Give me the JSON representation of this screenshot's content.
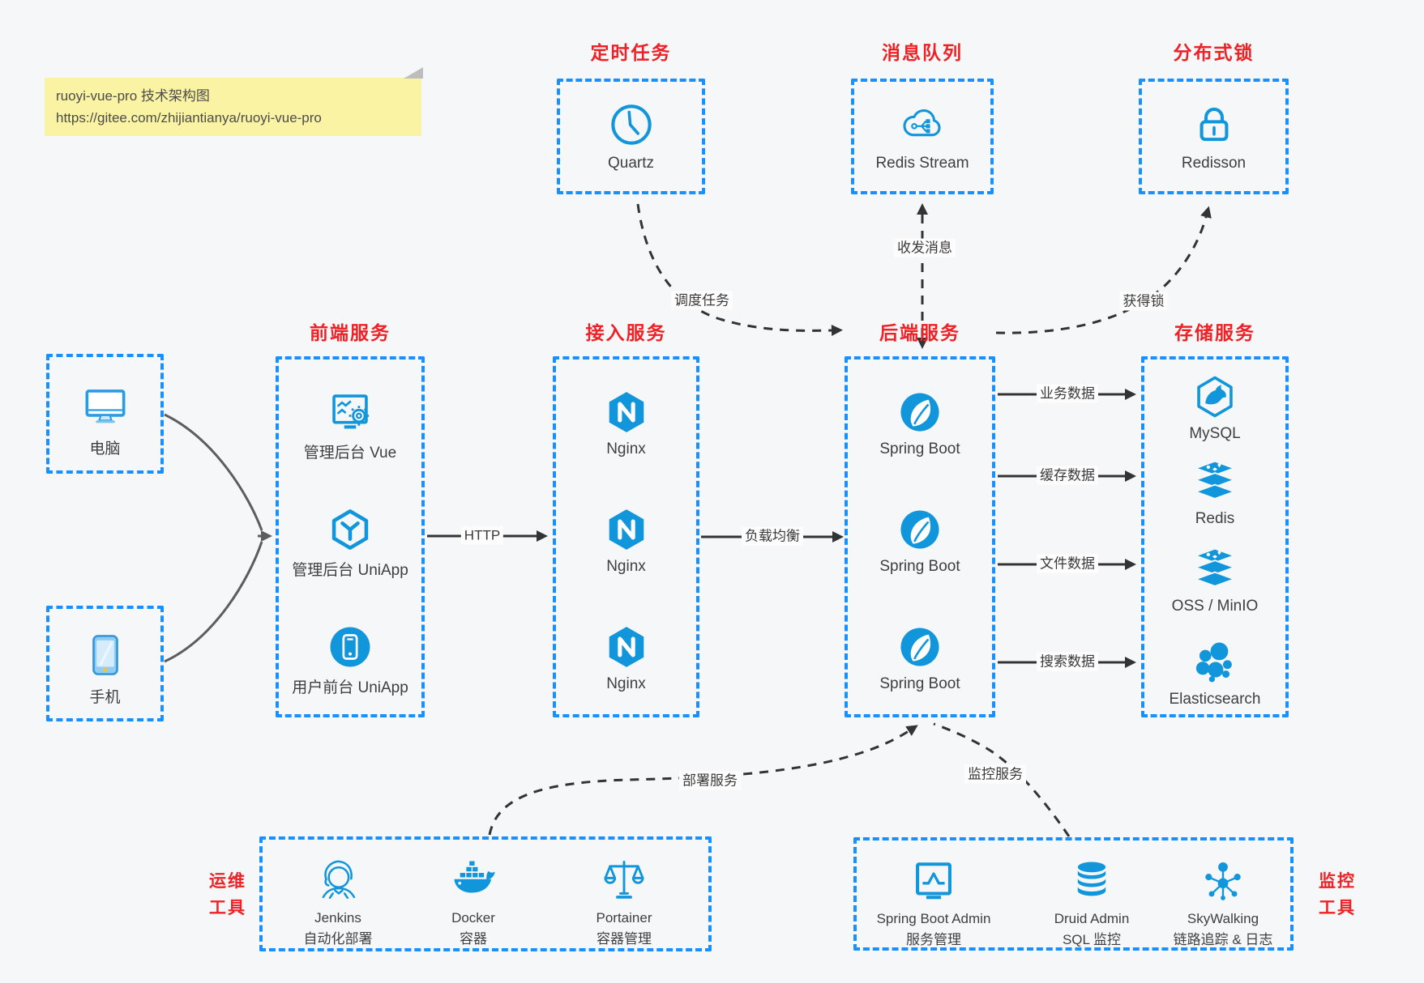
{
  "page": {
    "background": "#f6f7f8"
  },
  "colors": {
    "box_border": "#1890ff",
    "icon_blue": "#1296db",
    "title_red": "#ee2226",
    "text": "#3f3f3f",
    "note_bg": "#faf3a3"
  },
  "note": {
    "line1": "ruoyi-vue-pro 技术架构图",
    "line2": "https://gitee.com/zhijiantianya/ruoyi-vue-pro"
  },
  "top_groups": [
    {
      "title": "定时任务",
      "item": {
        "icon": "clock-icon",
        "label": "Quartz"
      }
    },
    {
      "title": "消息队列",
      "item": {
        "icon": "cloud-stream-icon",
        "label": "Redis Stream"
      }
    },
    {
      "title": "分布式锁",
      "item": {
        "icon": "lock-icon",
        "label": "Redisson"
      }
    }
  ],
  "clients": [
    {
      "icon": "desktop-icon",
      "label": "电脑"
    },
    {
      "icon": "smartphone-icon",
      "label": "手机"
    }
  ],
  "columns": [
    {
      "title": "前端服务",
      "items": [
        {
          "icon": "admin-vue-icon",
          "label": "管理后台 Vue"
        },
        {
          "icon": "uniapp-cube-icon",
          "label": "管理后台 UniApp"
        },
        {
          "icon": "user-app-icon",
          "label": "用户前台 UniApp"
        }
      ]
    },
    {
      "title": "接入服务",
      "items": [
        {
          "icon": "nginx-icon",
          "label": "Nginx"
        },
        {
          "icon": "nginx-icon",
          "label": "Nginx"
        },
        {
          "icon": "nginx-icon",
          "label": "Nginx"
        }
      ]
    },
    {
      "title": "后端服务",
      "items": [
        {
          "icon": "springboot-icon",
          "label": "Spring Boot"
        },
        {
          "icon": "springboot-icon",
          "label": "Spring Boot"
        },
        {
          "icon": "springboot-icon",
          "label": "Spring Boot"
        }
      ]
    },
    {
      "title": "存储服务",
      "items": [
        {
          "icon": "mysql-icon",
          "label": "MySQL"
        },
        {
          "icon": "redis-stack-icon",
          "label": "Redis"
        },
        {
          "icon": "redis-stack-icon",
          "label": "OSS / MinIO"
        },
        {
          "icon": "elasticsearch-icon",
          "label": "Elasticsearch"
        }
      ]
    }
  ],
  "bottom_groups": [
    {
      "side_label_line1": "运维",
      "side_label_line2": "工具",
      "items": [
        {
          "icon": "jenkins-icon",
          "label": "Jenkins",
          "sublabel": "自动化部署"
        },
        {
          "icon": "docker-icon",
          "label": "Docker",
          "sublabel": "容器"
        },
        {
          "icon": "portainer-icon",
          "label": "Portainer",
          "sublabel": "容器管理"
        }
      ]
    },
    {
      "side_label_line1": "监控",
      "side_label_line2": "工具",
      "items": [
        {
          "icon": "sba-icon",
          "label": "Spring Boot Admin",
          "sublabel": "服务管理"
        },
        {
          "icon": "druid-icon",
          "label": "Druid Admin",
          "sublabel": "SQL 监控"
        },
        {
          "icon": "skywalking-icon",
          "label": "SkyWalking",
          "sublabel": "链路追踪 & 日志"
        }
      ]
    }
  ],
  "edge_labels": {
    "http": "HTTP",
    "load_balance": "负载均衡",
    "schedule_job": "调度任务",
    "send_receive_message": "收发消息",
    "acquire_lock": "获得锁",
    "business_data": "业务数据",
    "cache_data": "缓存数据",
    "file_data": "文件数据",
    "search_data": "搜索数据",
    "deploy_service": "部署服务",
    "monitor_service": "监控服务"
  }
}
